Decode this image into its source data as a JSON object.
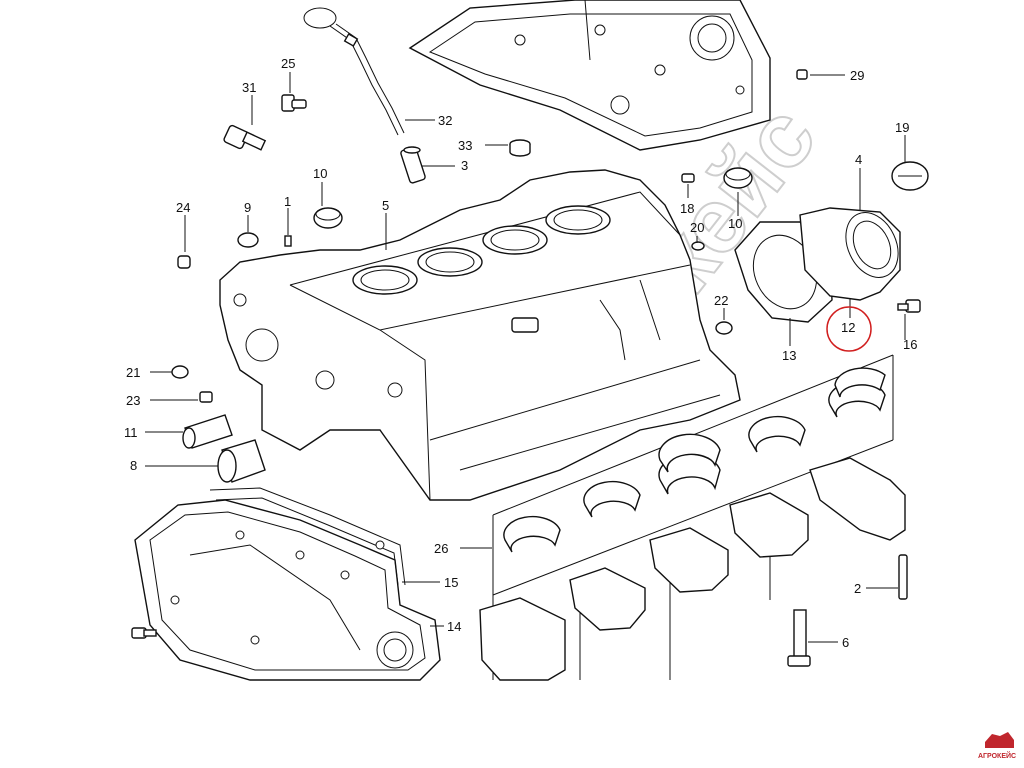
{
  "diagram": {
    "callouts": [
      {
        "id": "c1",
        "label": "1"
      },
      {
        "id": "c2",
        "label": "2"
      },
      {
        "id": "c3",
        "label": "3"
      },
      {
        "id": "c4",
        "label": "4"
      },
      {
        "id": "c5",
        "label": "5"
      },
      {
        "id": "c6",
        "label": "6"
      },
      {
        "id": "c8",
        "label": "8"
      },
      {
        "id": "c9",
        "label": "9"
      },
      {
        "id": "c10a",
        "label": "10"
      },
      {
        "id": "c10b",
        "label": "10"
      },
      {
        "id": "c11",
        "label": "11"
      },
      {
        "id": "c12",
        "label": "12"
      },
      {
        "id": "c13",
        "label": "13"
      },
      {
        "id": "c14",
        "label": "14"
      },
      {
        "id": "c15",
        "label": "15"
      },
      {
        "id": "c16",
        "label": "16"
      },
      {
        "id": "c18",
        "label": "18"
      },
      {
        "id": "c19",
        "label": "19"
      },
      {
        "id": "c20",
        "label": "20"
      },
      {
        "id": "c21",
        "label": "21"
      },
      {
        "id": "c22",
        "label": "22"
      },
      {
        "id": "c23",
        "label": "23"
      },
      {
        "id": "c24",
        "label": "24"
      },
      {
        "id": "c25",
        "label": "25"
      },
      {
        "id": "c26",
        "label": "26"
      },
      {
        "id": "c29",
        "label": "29"
      },
      {
        "id": "c31",
        "label": "31"
      },
      {
        "id": "c32",
        "label": "32"
      },
      {
        "id": "c33",
        "label": "33"
      }
    ],
    "highlighted_callout": "12",
    "highlight_color": "#d11f1f",
    "watermark": "Агрокейс",
    "logo_text": "АГРОКЕЙС",
    "logo_color": "#c0262d"
  }
}
